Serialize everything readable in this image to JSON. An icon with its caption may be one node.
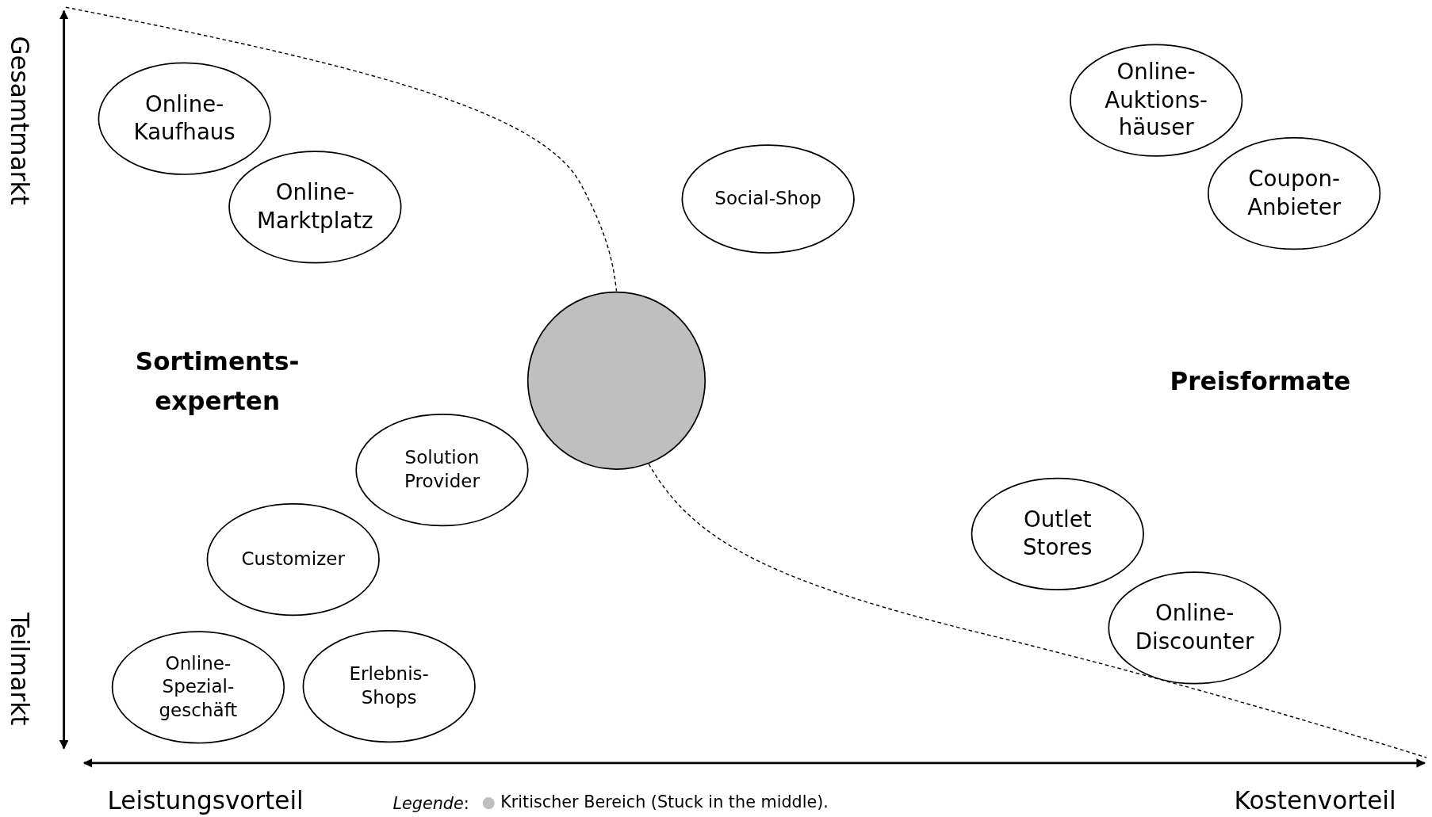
{
  "diagram": {
    "nodes": [
      {
        "text": [
          "Online- Kaufhaus"
        ]
      },
      {
        "text": [
          "Online- Marktplatz"
        ]
      },
      {
        "text": [
          "Social-Shop"
        ]
      },
      {
        "text": [
          "Online- Auktions- häuser"
        ]
      },
      {
        "text": [
          "Coupon- Anbieter"
        ]
      },
      {
        "text": [],
        "shape": "circle"
      },
      {
        "text": [
          "Solution Provider"
        ]
      },
      {
        "text": [
          "Outlet Stores"
        ]
      },
      {
        "text": [
          "Customizer"
        ]
      },
      {
        "text": [
          "Online- Discounter"
        ]
      },
      {
        "text": [
          "Online- Spezial- geschäft"
        ]
      },
      {
        "text": [
          "Erlebnis- Shops"
        ]
      }
    ],
    "edges": [
      {
        "from": null,
        "to": 5,
        "arrow": "none",
        "style": "dashed"
      },
      {
        "from": 5,
        "to": null,
        "arrow": "none",
        "style": "dashed"
      }
    ],
    "labels": [
      "Gesamtmarkt",
      "Teilmarkt",
      "Sortiments- experten",
      "Preisformate",
      "Leistungsvorteil",
      "*Legende*:",
      "Kostenvorteil"
    ],
    "legend": [
      {
        "text": "Kritischer Bereich (Stuck in the middle).",
        "color": "#bfbfbf"
      }
    ]
  }
}
